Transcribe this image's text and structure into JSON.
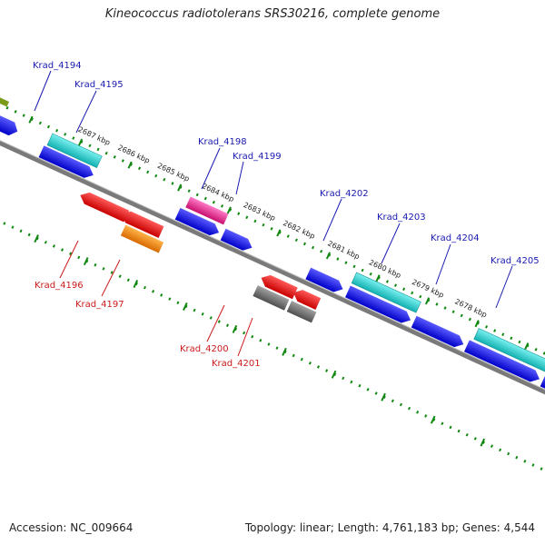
{
  "title": "Kineococcus radiotolerans SRS30216, complete genome",
  "footer": {
    "accession": "Accession: NC_009664",
    "summary": "Topology: linear; Length: 4,761,183 bp; Genes: 4,544"
  },
  "ticks": [
    "2687 kbp",
    "2686 kbp",
    "2685 kbp",
    "2684 kbp",
    "2683 kbp",
    "2682 kbp",
    "2681 kbp",
    "2680 kbp",
    "2679 kbp",
    "2678 kbp"
  ],
  "genes_top": [
    "Krad_4194",
    "Krad_4195",
    "Krad_4198",
    "Krad_4199",
    "Krad_4202",
    "Krad_4203",
    "Krad_4204",
    "Krad_4205"
  ],
  "genes_bottom": [
    "Krad_4196",
    "Krad_4197",
    "Krad_4200",
    "Krad_4201"
  ],
  "colors": {
    "blue": "#1515e6",
    "cyan": "#22d8d8",
    "teal": "#22c0c0",
    "magenta": "#ee2aa0",
    "red": "#ee1111",
    "orange": "#ff8a00",
    "gray": "#707070",
    "olive": "#7a9a1a",
    "tick_green": "#118811"
  }
}
